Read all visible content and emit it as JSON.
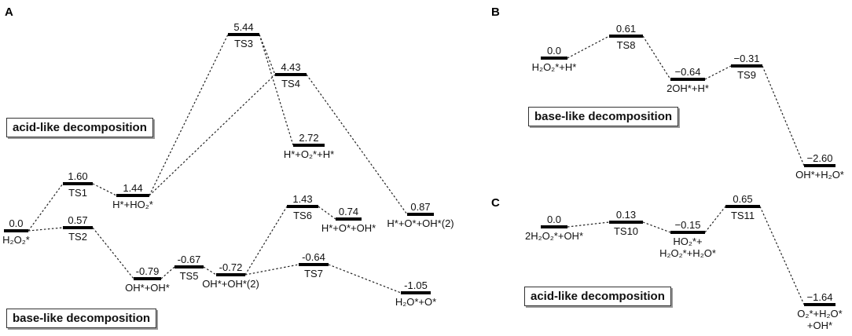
{
  "panels": {
    "A": {
      "letter": "A",
      "top_box": "acid-like decomposition",
      "bottom_box": "base-like decomposition",
      "levels": {
        "h2o2": {
          "value": "0.0",
          "label": [
            "H₂O₂*"
          ]
        },
        "ts1": {
          "value": "1.60",
          "label": [
            "TS1"
          ]
        },
        "ts2": {
          "value": "0.57",
          "label": [
            "TS2"
          ]
        },
        "hho2": {
          "value": "1.44",
          "label": [
            "H*+HO₂*"
          ]
        },
        "ts3": {
          "value": "5.44",
          "label": [
            "TS3"
          ]
        },
        "ts4": {
          "value": "4.43",
          "label": [
            "TS4"
          ]
        },
        "ho2h": {
          "value": "2.72",
          "label": [
            "H*+O₂*+H*"
          ]
        },
        "hooh2": {
          "value": "0.87",
          "label": [
            "H*+O*+OH*(2)"
          ]
        },
        "ohoh": {
          "value": "-0.79",
          "label": [
            "OH*+OH*"
          ]
        },
        "ts5": {
          "value": "-0.67",
          "label": [
            "TS5"
          ]
        },
        "ohoh2": {
          "value": "-0.72",
          "label": [
            "OH*+OH*(2)"
          ]
        },
        "ts6": {
          "value": "1.43",
          "label": [
            "TS6"
          ]
        },
        "hooh": {
          "value": "0.74",
          "label": [
            "H*+O*+OH*"
          ]
        },
        "ts7": {
          "value": "-0.64",
          "label": [
            "TS7"
          ]
        },
        "h2oo": {
          "value": "-1.05",
          "label": [
            "H₂O*+O*"
          ]
        }
      }
    },
    "B": {
      "letter": "B",
      "box": "base-like decomposition",
      "levels": {
        "h2o2h": {
          "value": "0.0",
          "label": [
            "H₂O₂*+H*"
          ]
        },
        "ts8": {
          "value": "0.61",
          "label": [
            "TS8"
          ]
        },
        "twooh": {
          "value": "−0.64",
          "label": [
            "2OH*+H*"
          ]
        },
        "ts9": {
          "value": "−0.31",
          "label": [
            "TS9"
          ]
        },
        "ohh2o": {
          "value": "−2.60",
          "label": [
            "OH*+H₂O*"
          ]
        }
      }
    },
    "C": {
      "letter": "C",
      "box": "acid-like decomposition",
      "levels": {
        "start": {
          "value": "0.0",
          "label": [
            "2H₂O₂*+OH*"
          ]
        },
        "ts10": {
          "value": "0.13",
          "label": [
            "TS10"
          ]
        },
        "ho2": {
          "value": "−0.15",
          "label": [
            "HO₂*+",
            "H₂O₂*+H₂O*"
          ]
        },
        "ts11": {
          "value": "0.65",
          "label": [
            "TS11"
          ]
        },
        "end": {
          "value": "−1.64",
          "label": [
            "O₂*+H₂O*",
            "+OH*"
          ]
        }
      }
    }
  }
}
